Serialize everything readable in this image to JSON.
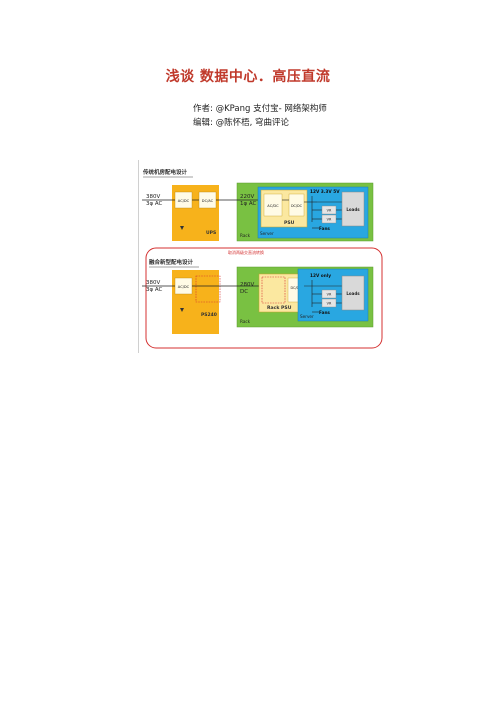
{
  "doc": {
    "title": "浅谈 数据中心．高压直流",
    "author": "作者: @KPang  支付宝- 网络架构师",
    "editor": "编辑: @陈怀梧, 穹曲评论"
  },
  "diagram": {
    "top": {
      "section_label": "传统机房配电设计",
      "input_voltage": "380V",
      "input_phase": "3φ AC",
      "ups_acdc": "AC/DC",
      "ups_dcac": "DC/AC",
      "ups_label": "UPS",
      "rack_voltage": "220V",
      "rack_phase": "1φ AC",
      "psu_acdc": "AC/DC",
      "psu_dcdc": "DC/DC",
      "psu_label": "PSU",
      "rails": "12V  3.3V  5V",
      "vr1": "VR",
      "vr2": "VR",
      "loads": "Loads",
      "fans": "Fans",
      "server_label": "Server",
      "rack_label": "Rack"
    },
    "bottom": {
      "section_label": "融合新型配电设计",
      "annotation": "取消两级交直流转换",
      "input_voltage": "380V",
      "input_phase": "3φ AC",
      "ps_acdc": "AC/DC",
      "ps_label": "PS240",
      "rack_voltage": "280V",
      "rack_phase": "DC",
      "rackpsu_dcdc": "DC/DC",
      "rackpsu_label": "Rack PSU",
      "rails": "12V only",
      "vr1": "VR",
      "vr2": "VR",
      "loads": "Loads",
      "fans": "Fans",
      "server_label": "Server",
      "rack_label": "Rack"
    }
  }
}
